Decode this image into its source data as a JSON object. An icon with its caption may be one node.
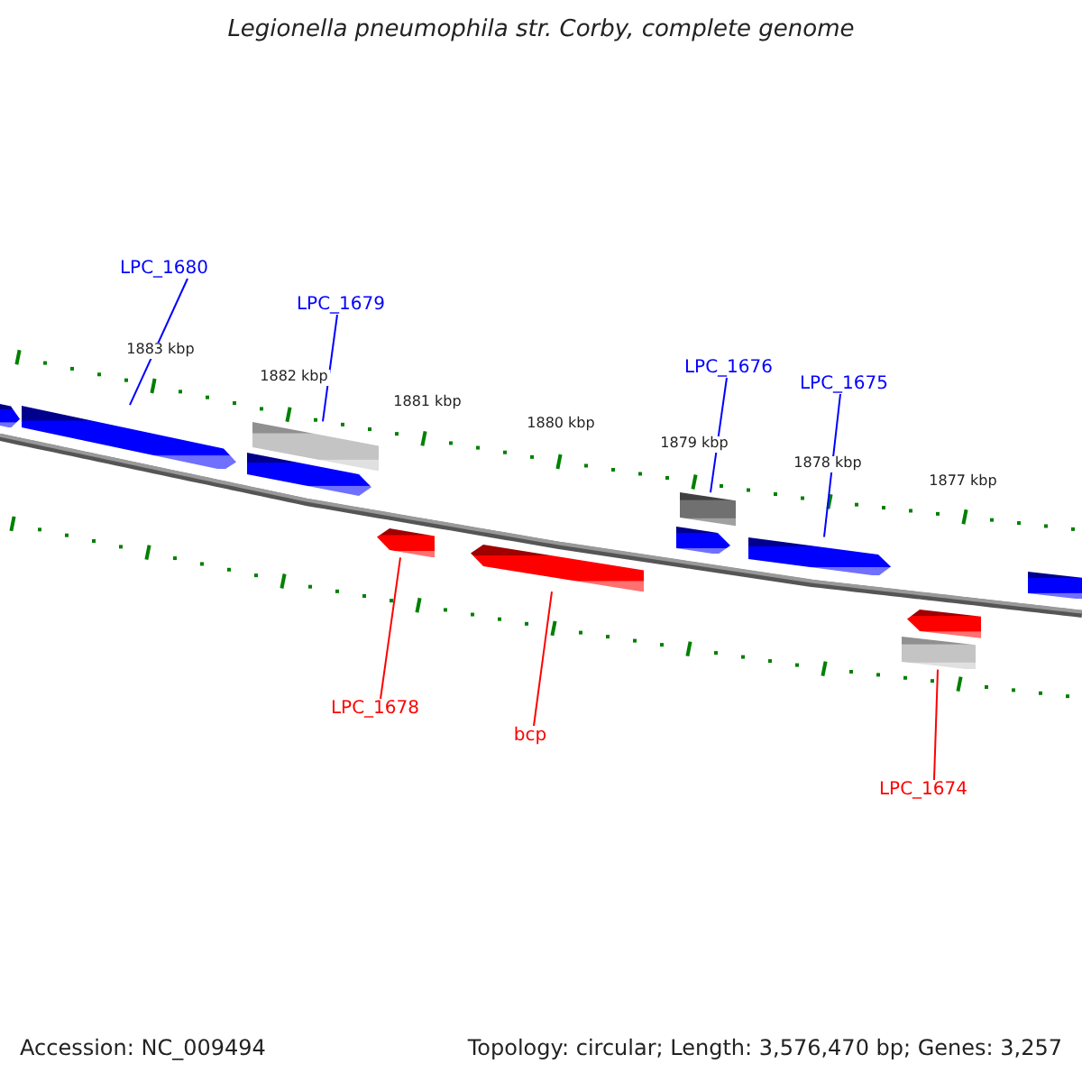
{
  "diagram": {
    "title": "Legionella pneumophila str. Corby, complete genome",
    "nodes": [
      {
        "text": [
          "LPC_1680"
        ]
      },
      {
        "text": [
          "LPC_1679"
        ]
      },
      {
        "text": [
          "LPC_1676"
        ]
      },
      {
        "text": [
          "LPC_1675"
        ]
      },
      {
        "text": [],
        "shape": "arrow"
      },
      {
        "text": [],
        "shape": "arrow"
      },
      {
        "text": [],
        "shape": "bar"
      },
      {
        "text": [],
        "shape": "arrow"
      },
      {
        "text": [],
        "shape": "bar"
      },
      {
        "text": [],
        "shape": "arrow"
      },
      {
        "text": [],
        "shape": "arrow"
      },
      {
        "text": [],
        "shape": "arrow"
      },
      {
        "text": [],
        "shape": "arrow"
      },
      {
        "text": [],
        "shape": "arrow"
      },
      {
        "text": [],
        "shape": "arrow"
      },
      {
        "text": [],
        "shape": "bar"
      },
      {
        "text": [
          "LPC_1678"
        ]
      },
      {
        "text": [
          "bcp"
        ]
      },
      {
        "text": [
          "LPC_1674"
        ]
      }
    ],
    "edges": [
      {
        "from": 0,
        "to": 5,
        "arrow": "none"
      },
      {
        "from": 1,
        "to": 6,
        "arrow": "none"
      },
      {
        "from": 2,
        "to": 8,
        "arrow": "none"
      },
      {
        "from": 3,
        "to": 12,
        "arrow": "none"
      },
      {
        "from": 16,
        "to": 10,
        "arrow": "none",
        "color": "#ff0000"
      },
      {
        "from": 17,
        "to": 11,
        "arrow": "none",
        "color": "#ff0000"
      },
      {
        "from": 18,
        "to": 15,
        "arrow": "none",
        "color": "#ff0000"
      }
    ],
    "labels": [
      "1883 kbp",
      "1882 kbp",
      "1881 kbp",
      "1880 kbp",
      "1879 kbp",
      "1878 kbp",
      "1877 kbp",
      "Accession: NC_009494",
      "Topology: circular; Length: 3,576,470 bp; Genes: 3,257"
    ]
  }
}
